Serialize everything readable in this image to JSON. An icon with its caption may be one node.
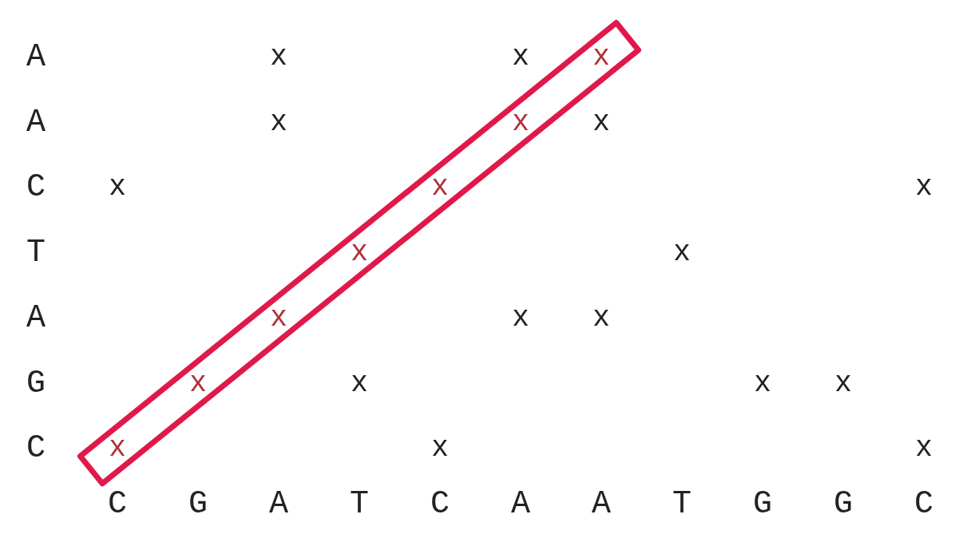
{
  "diagram": {
    "labels": [
      "A",
      "x",
      "x",
      "x",
      "A",
      "x",
      "x",
      "x",
      "C",
      "x",
      "x",
      "x",
      "T",
      "x",
      "x",
      "A",
      "x",
      "x",
      "x",
      "G",
      "x",
      "x",
      "x",
      "x",
      "C",
      "x",
      "x",
      "x",
      "C",
      "G",
      "A",
      "T",
      "C",
      "A",
      "A",
      "T",
      "G",
      "G",
      "C"
    ]
  }
}
